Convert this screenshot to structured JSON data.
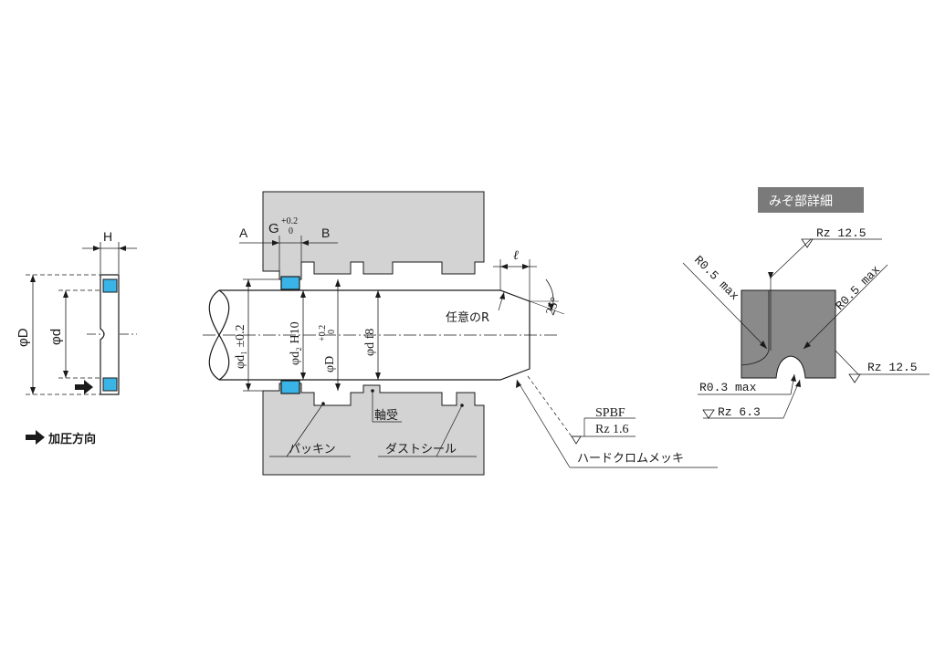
{
  "left_view": {
    "label_H": "H",
    "label_phiD": "φD",
    "label_phid": "φd",
    "legend_text": "加圧方向",
    "legend_icon": "arrow-right-icon"
  },
  "main_view": {
    "label_A": "A",
    "label_B": "B",
    "label_G": "G",
    "tol_G_upper": "+0.2",
    "tol_G_lower": "0",
    "label_l": "ℓ",
    "label_25deg": "25°",
    "label_nini_R": "任意のR",
    "label_d1": "φd₁ ±0.2",
    "label_d2": "φd₂ H10",
    "label_D": "φD",
    "tol_D_upper": "+0.2",
    "tol_D_lower": "0",
    "label_df8": "φd f8",
    "label_jikuuke": "軸受",
    "label_packing": "パッキン",
    "label_dust_seal": "ダストシール",
    "label_spbf": "SPBF",
    "label_rz16": "Rz 1.6",
    "label_hard_chrome": "ハードクロムメッキ"
  },
  "detail_view": {
    "title": "みぞ部詳細",
    "rz125_top": "Rz 12.5",
    "r05_left": "R0.5 max",
    "r05_right": "R0.5 max",
    "rz125_right": "Rz 12.5",
    "r03": "R0.3 max",
    "rz63": "Rz 6.3"
  },
  "colors": {
    "seal": "#3ab4e6",
    "housing": "#d3d3d3",
    "detail_block": "#8a8a8a",
    "badge": "#7a7a7a",
    "line": "#1a1a1a"
  }
}
